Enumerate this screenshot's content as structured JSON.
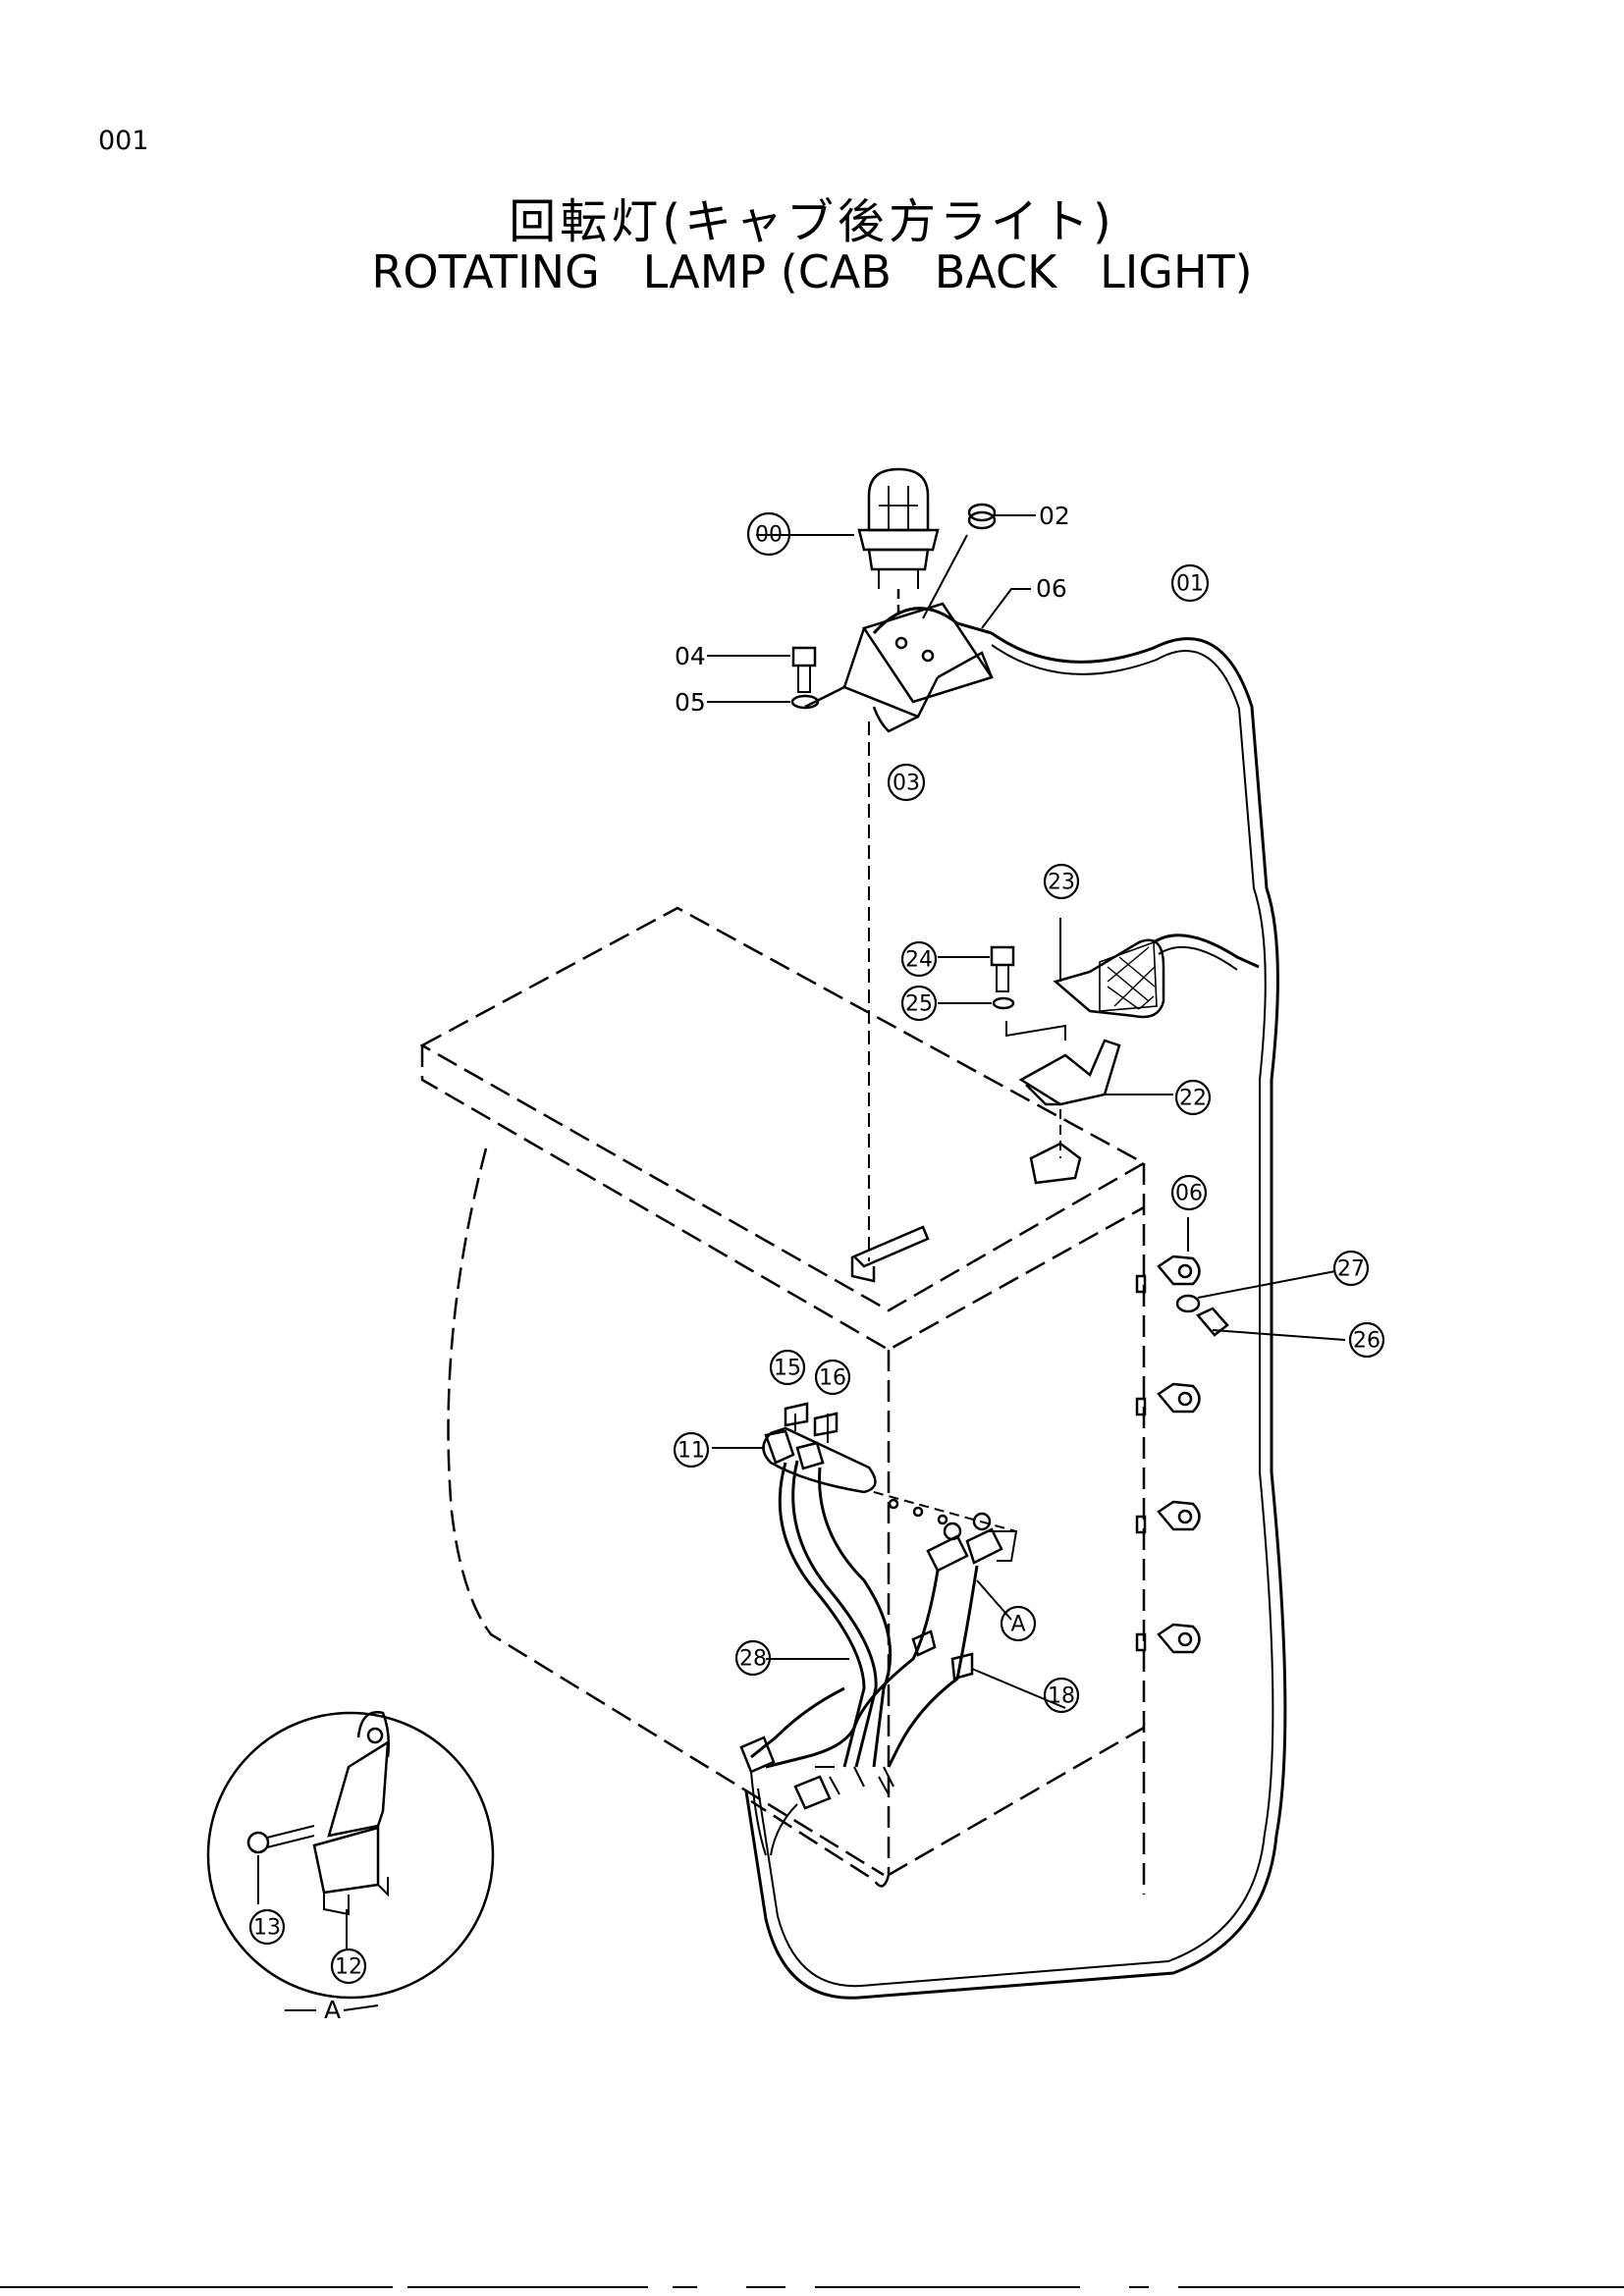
{
  "page_number": "001",
  "title_jp": "回転灯(キャブ後方ライト)",
  "title_en": "ROTATING   LAMP (CAB   BACK   LIGHT)",
  "detail_label": "A",
  "callouts": {
    "c00": "00",
    "c01": "01",
    "c02": "02",
    "c03": "03",
    "c04": "04",
    "c05": "05",
    "c06a": "06",
    "c06b": "06",
    "c11": "11",
    "c12": "12",
    "c13": "13",
    "c15": "15",
    "c16": "16",
    "c18": "18",
    "c22": "22",
    "c23": "23",
    "c24": "24",
    "c25": "25",
    "c26": "26",
    "c27": "27",
    "c28": "28",
    "cA": "A"
  }
}
